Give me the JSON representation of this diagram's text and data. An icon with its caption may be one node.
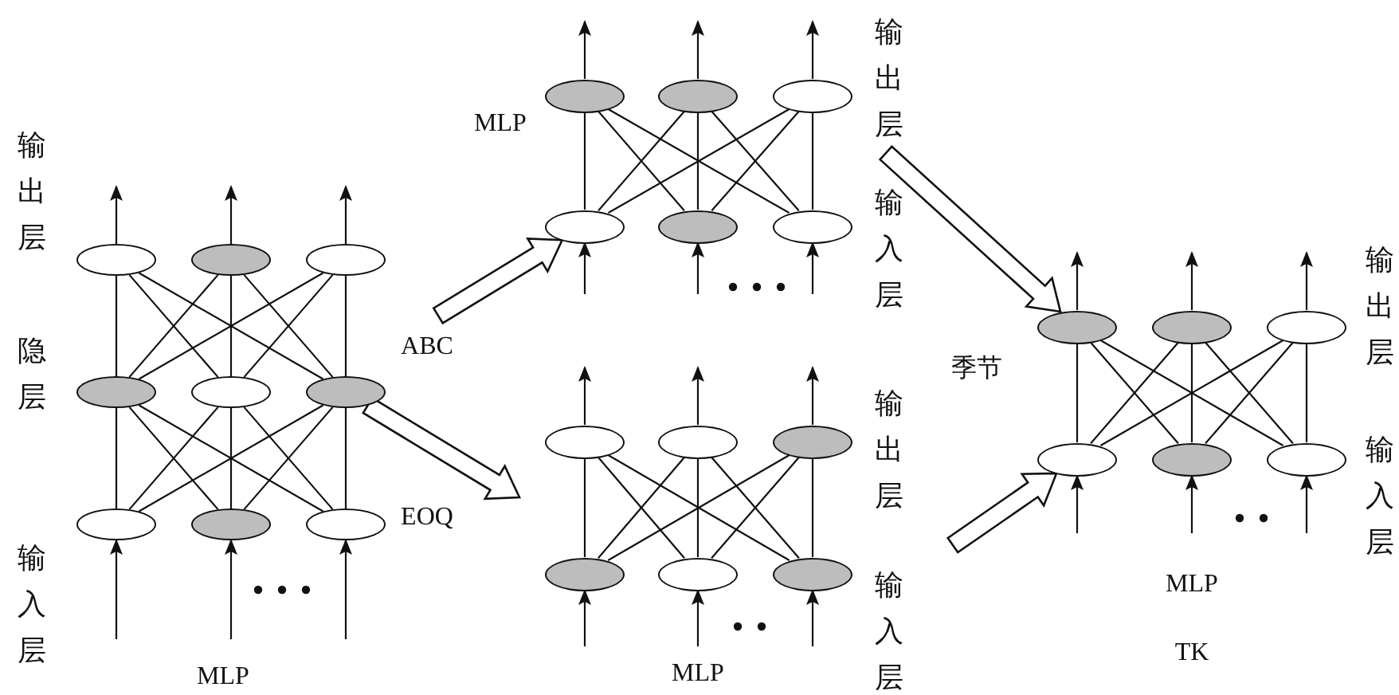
{
  "diagram": {
    "nodes": [
      {
        "text": [],
        "shape": "ellipse"
      },
      {
        "text": [],
        "shape": "ellipse"
      },
      {
        "text": [],
        "shape": "ellipse"
      },
      {
        "text": [],
        "shape": "ellipse"
      },
      {
        "text": [],
        "shape": "ellipse"
      },
      {
        "text": [],
        "shape": "ellipse"
      },
      {
        "text": [],
        "shape": "ellipse"
      },
      {
        "text": [],
        "shape": "ellipse"
      },
      {
        "text": [],
        "shape": "ellipse"
      },
      {
        "text": [],
        "shape": "ellipse"
      },
      {
        "text": [],
        "shape": "ellipse"
      },
      {
        "text": [],
        "shape": "ellipse"
      },
      {
        "text": [],
        "shape": "ellipse"
      },
      {
        "text": [],
        "shape": "ellipse"
      },
      {
        "text": [],
        "shape": "ellipse"
      },
      {
        "text": [],
        "shape": "ellipse"
      },
      {
        "text": [],
        "shape": "ellipse"
      },
      {
        "text": [],
        "shape": "ellipse"
      },
      {
        "text": [],
        "shape": "ellipse"
      },
      {
        "text": [],
        "shape": "ellipse"
      },
      {
        "text": [],
        "shape": "ellipse"
      },
      {
        "text": [],
        "shape": "ellipse"
      },
      {
        "text": [],
        "shape": "ellipse"
      },
      {
        "text": [],
        "shape": "ellipse"
      },
      {
        "text": [],
        "shape": "ellipse"
      },
      {
        "text": [],
        "shape": "ellipse"
      },
      {
        "text": [],
        "shape": "ellipse"
      }
    ],
    "edges": [
      {
        "from": 0,
        "to": null,
        "arrow": "to"
      },
      {
        "from": 1,
        "to": null,
        "arrow": "to"
      },
      {
        "from": 2,
        "to": null,
        "arrow": "to"
      },
      {
        "from": 3,
        "to": 0,
        "arrow": "none"
      },
      {
        "from": 3,
        "to": 1,
        "arrow": "none"
      },
      {
        "from": 3,
        "to": 2,
        "arrow": "none"
      },
      {
        "from": 4,
        "to": 0,
        "arrow": "none"
      },
      {
        "from": 4,
        "to": 1,
        "arrow": "none"
      },
      {
        "from": 4,
        "to": 2,
        "arrow": "none"
      },
      {
        "from": 5,
        "to": 0,
        "arrow": "none"
      },
      {
        "from": 5,
        "to": 1,
        "arrow": "none"
      },
      {
        "from": 5,
        "to": 2,
        "arrow": "none"
      },
      {
        "from": 6,
        "to": 3,
        "arrow": "none"
      },
      {
        "from": 6,
        "to": 4,
        "arrow": "none"
      },
      {
        "from": 6,
        "to": 5,
        "arrow": "none"
      },
      {
        "from": 7,
        "to": 3,
        "arrow": "none"
      },
      {
        "from": 7,
        "to": 4,
        "arrow": "none"
      },
      {
        "from": 7,
        "to": 5,
        "arrow": "none"
      },
      {
        "from": 8,
        "to": 3,
        "arrow": "none"
      },
      {
        "from": 8,
        "to": 4,
        "arrow": "none"
      },
      {
        "from": 8,
        "to": 5,
        "arrow": "none"
      },
      {
        "from": null,
        "to": 6,
        "arrow": "to"
      },
      {
        "from": null,
        "to": 7,
        "arrow": "to"
      },
      {
        "from": null,
        "to": 8,
        "arrow": "to"
      },
      {
        "from": 9,
        "to": null,
        "arrow": "to"
      },
      {
        "from": 10,
        "to": null,
        "arrow": "to"
      },
      {
        "from": 11,
        "to": null,
        "arrow": "to"
      },
      {
        "from": 12,
        "to": 9,
        "arrow": "none"
      },
      {
        "from": 12,
        "to": 10,
        "arrow": "none"
      },
      {
        "from": 12,
        "to": 11,
        "arrow": "none"
      },
      {
        "from": 13,
        "to": 9,
        "arrow": "none"
      },
      {
        "from": 13,
        "to": 10,
        "arrow": "none"
      },
      {
        "from": 13,
        "to": 11,
        "arrow": "none"
      },
      {
        "from": 14,
        "to": 9,
        "arrow": "none"
      },
      {
        "from": 14,
        "to": 10,
        "arrow": "none"
      },
      {
        "from": 14,
        "to": 11,
        "arrow": "none"
      },
      {
        "from": null,
        "to": 12,
        "arrow": "to"
      },
      {
        "from": null,
        "to": 13,
        "arrow": "to"
      },
      {
        "from": null,
        "to": 14,
        "arrow": "to"
      },
      {
        "from": 15,
        "to": null,
        "arrow": "to"
      },
      {
        "from": 16,
        "to": null,
        "arrow": "to"
      },
      {
        "from": 17,
        "to": null,
        "arrow": "to"
      },
      {
        "from": 18,
        "to": 15,
        "arrow": "none"
      },
      {
        "from": 18,
        "to": 16,
        "arrow": "none"
      },
      {
        "from": 18,
        "to": 17,
        "arrow": "none"
      },
      {
        "from": 19,
        "to": 15,
        "arrow": "none"
      },
      {
        "from": 19,
        "to": 16,
        "arrow": "none"
      },
      {
        "from": 19,
        "to": 17,
        "arrow": "none"
      },
      {
        "from": 20,
        "to": 15,
        "arrow": "none"
      },
      {
        "from": 20,
        "to": 16,
        "arrow": "none"
      },
      {
        "from": 20,
        "to": 17,
        "arrow": "none"
      },
      {
        "from": null,
        "to": 18,
        "arrow": "to"
      },
      {
        "from": null,
        "to": 19,
        "arrow": "to"
      },
      {
        "from": null,
        "to": 20,
        "arrow": "to"
      },
      {
        "from": 21,
        "to": null,
        "arrow": "to"
      },
      {
        "from": 22,
        "to": null,
        "arrow": "to"
      },
      {
        "from": 23,
        "to": null,
        "arrow": "to"
      },
      {
        "from": 24,
        "to": 21,
        "arrow": "none"
      },
      {
        "from": 24,
        "to": 22,
        "arrow": "none"
      },
      {
        "from": 24,
        "to": 23,
        "arrow": "none"
      },
      {
        "from": 25,
        "to": 21,
        "arrow": "none"
      },
      {
        "from": 25,
        "to": 22,
        "arrow": "none"
      },
      {
        "from": 25,
        "to": 23,
        "arrow": "none"
      },
      {
        "from": 26,
        "to": 21,
        "arrow": "none"
      },
      {
        "from": 26,
        "to": 22,
        "arrow": "none"
      },
      {
        "from": 26,
        "to": 23,
        "arrow": "none"
      },
      {
        "from": null,
        "to": 24,
        "arrow": "to"
      },
      {
        "from": null,
        "to": 25,
        "arrow": "to"
      },
      {
        "from": null,
        "to": 26,
        "arrow": "to"
      },
      {
        "from": null,
        "to": 12,
        "arrow": "to",
        "style": "thick"
      },
      {
        "from": 5,
        "to": null,
        "arrow": "to",
        "style": "thick"
      },
      {
        "from": null,
        "to": 21,
        "arrow": "to",
        "style": "thick"
      },
      {
        "from": null,
        "to": 24,
        "arrow": "to",
        "style": "thick"
      }
    ],
    "labels": [
      "输出层",
      "隐层",
      "输入层",
      "MLP",
      "MLP",
      "ABC",
      "EOQ",
      "输出层",
      "输入层",
      "输出层",
      "输入层",
      "MLP",
      "季节",
      "输出层",
      "输入层",
      "MLP",
      "TK"
    ]
  }
}
